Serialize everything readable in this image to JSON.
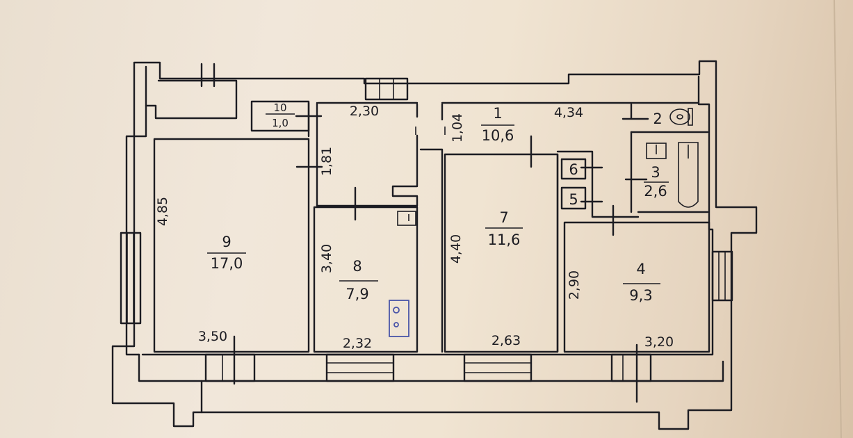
{
  "plan": {
    "rooms": [
      {
        "id": "1",
        "number": "1",
        "area": "10,6"
      },
      {
        "id": "2",
        "number": "2",
        "area": ""
      },
      {
        "id": "3",
        "number": "3",
        "area": "2,6"
      },
      {
        "id": "4",
        "number": "4",
        "area": "9,3"
      },
      {
        "id": "5",
        "number": "5",
        "area": ""
      },
      {
        "id": "6",
        "number": "6",
        "area": ""
      },
      {
        "id": "7",
        "number": "7",
        "area": "11,6"
      },
      {
        "id": "8",
        "number": "8",
        "area": "7,9"
      },
      {
        "id": "9",
        "number": "9",
        "area": "17,0"
      },
      {
        "id": "10",
        "number": "10",
        "area": "1,0"
      }
    ],
    "dimensions": {
      "top_2_30": "2,30",
      "top_4_34": "4,34",
      "v_1_04": "1,04",
      "v_1_81": "1,81",
      "v_4_85": "4,85",
      "v_3_40": "3,40",
      "v_4_40": "4,40",
      "v_2_90": "2,90",
      "bottom_3_50": "3,50",
      "bottom_2_32": "2,32",
      "bottom_2_63": "2,63",
      "bottom_3_20": "3,20"
    },
    "colors": {
      "ink": "#1c1c22",
      "stove_ink": "#4a55a8",
      "paper": "#efe4d4"
    }
  }
}
